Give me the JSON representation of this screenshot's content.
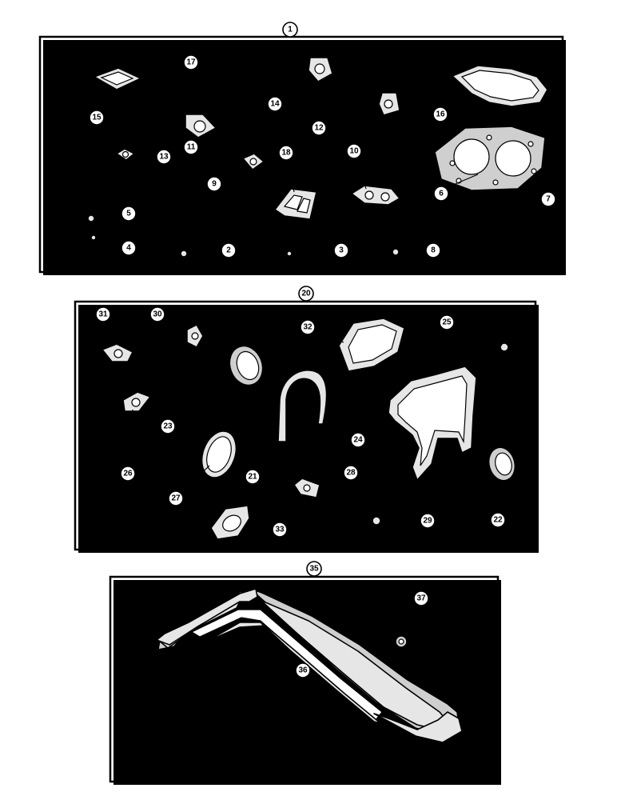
{
  "panels": [
    {
      "id": "panel-1",
      "label": "1"
    },
    {
      "id": "panel-20",
      "label": "20"
    },
    {
      "id": "panel-35",
      "label": "35"
    }
  ],
  "callouts": {
    "c2": "2",
    "c3": "3",
    "c4": "4",
    "c5": "5",
    "c6": "6",
    "c7": "7",
    "c8": "8",
    "c9": "9",
    "c10": "10",
    "c11": "11",
    "c12": "12",
    "c13": "13",
    "c14": "14",
    "c15": "15",
    "c16": "16",
    "c17": "17",
    "c18": "18",
    "c21": "21",
    "c22": "22",
    "c23": "23",
    "c24": "24",
    "c25": "25",
    "c26": "26",
    "c27": "27",
    "c28": "28",
    "c29": "29",
    "c30": "30",
    "c31": "31",
    "c32": "32",
    "c33": "33",
    "c36": "36",
    "c37": "37"
  }
}
